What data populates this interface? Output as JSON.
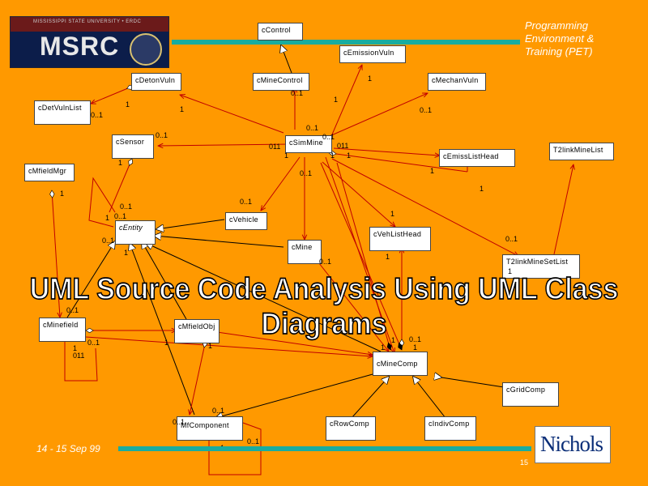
{
  "header": {
    "logo_text": "MSRC",
    "logo_subtitle": "MISSISSIPPI STATE UNIVERSITY • ERDC",
    "title": "Programming\nEnvironment &\nTraining (PET)"
  },
  "banner": "UML Source Code Analysis Using UML Class Diagrams",
  "footer": {
    "date": "14 - 15 Sep 99",
    "page_number": "15",
    "logo_text": "Nichols"
  },
  "classes": {
    "cControl": "cControl",
    "cEmissionVuln": "cEmissionVuln",
    "cDetonVuln": "cDetonVuln",
    "cMineControl": "cMineControl",
    "cMechanVuln": "cMechanVuln",
    "cDetVulnList": "cDetVulnList",
    "cSensor": "cSensor",
    "cSimMine": "cSimMine",
    "cEmissListHead": "cEmissListHead",
    "T2linkMineList": "T2linkMineList",
    "cMfieldMgr": "cMfieldMgr",
    "cVehicle": "cVehicle",
    "cEntity": "cEntity",
    "cVehListHead": "cVehListHead",
    "cMine": "cMine",
    "T2linkMineSetList": "T2linkMineSetList",
    "cMinefield": "cMinefield",
    "cMfieldObj": "cMfieldObj",
    "cMineComp": "cMineComp",
    "cGridComp": "cGridComp",
    "cMfComponent": "MfComponent",
    "cRowComp": "cRowComp",
    "cIndivComp": "cIndivComp"
  },
  "multiplicities": {
    "m_emis_1": "1",
    "m_mc_01": "0..1",
    "m_mc_1": "1",
    "m_det_1a": "1",
    "m_det_1b": "1",
    "m_dvl_01": "0..1",
    "m_mech_01": "0..1",
    "m_sm_01a": "0..1",
    "m_sm_01b": "0..1",
    "m_sm_011l": "011",
    "m_sm_011r": "011",
    "m_sm_1a": "1",
    "m_sm_1b": "1",
    "m_sm_1c": "1",
    "m_sen_01": "0..1",
    "m_sen_1": "1",
    "m_sm_01c": "0..1",
    "m_emh_1a": "1",
    "m_emh_1b": "1",
    "m_mgr_1": "1",
    "m_veh_01": "0..1",
    "m_ent_01a": "0..1",
    "m_ent_1a": "1",
    "m_ent_01b": "0..1",
    "m_ent_01c": "0..1",
    "m_ent_1b": "1",
    "m_vlh_1a": "1",
    "m_vlh_1b": "1",
    "m_mine_01": "0..1",
    "m_t2s_01": "0..1",
    "m_t2s_1": "1",
    "m_mf_01": "0..1",
    "m_mf_01b": "0..1",
    "m_mf_1": "1",
    "m_mf_011": "011",
    "m_mfo_1a": "1",
    "m_mfo_1b": "1",
    "m_mcomp_1a": "1",
    "m_mcomp_1b": "1",
    "m_mcomp_01": "0..1",
    "m_mcomp_1c": "1",
    "m_mfc_01a": "0..1",
    "m_mfc_01b": "0..1",
    "m_mfc_01c": "0..1",
    "m_mfc_1": "1"
  }
}
